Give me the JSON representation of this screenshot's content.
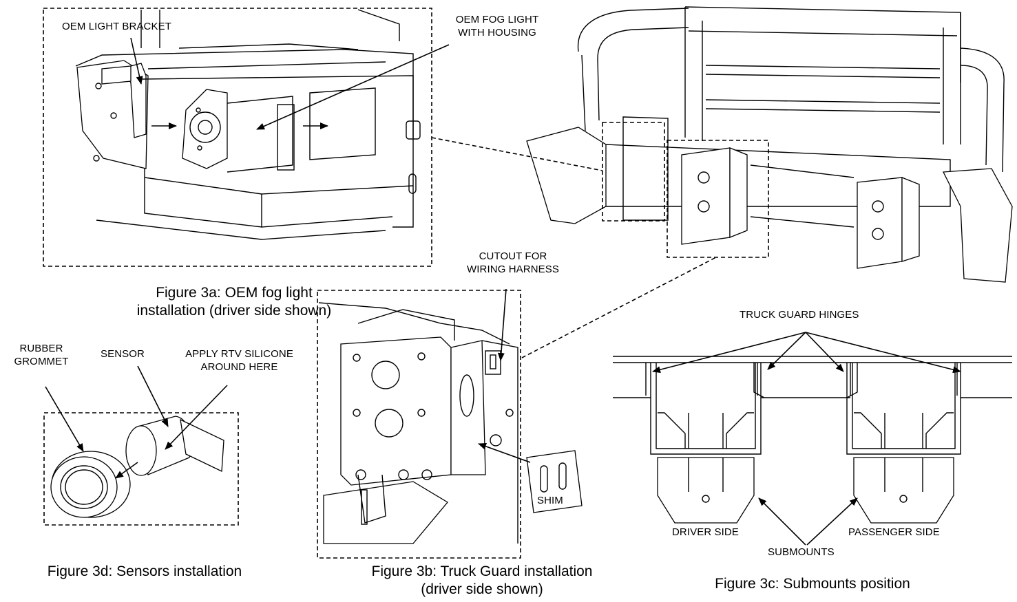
{
  "labels": {
    "oem_light_bracket": "OEM LIGHT BRACKET",
    "oem_fog_light": [
      "OEM FOG LIGHT",
      "WITH HOUSING"
    ],
    "cutout": [
      "CUTOUT FOR",
      "WIRING HARNESS"
    ],
    "truck_guard_hinges": "TRUCK GUARD HINGES",
    "rubber_grommet": [
      "RUBBER",
      "GROMMET"
    ],
    "sensor": "SENSOR",
    "apply_rtv": [
      "APPLY RTV SILICONE",
      "AROUND HERE"
    ],
    "shim": "SHIM",
    "driver_side": "DRIVER SIDE",
    "passenger_side": "PASSENGER SIDE",
    "submounts": "SUBMOUNTS"
  },
  "captions": {
    "fig3a": [
      "Figure 3a: OEM fog light",
      "installation (driver side shown)"
    ],
    "fig3b": [
      "Figure 3b: Truck Guard installation",
      "(driver side shown)"
    ],
    "fig3c": "Figure 3c: Submounts position",
    "fig3d": "Figure 3d: Sensors installation"
  }
}
